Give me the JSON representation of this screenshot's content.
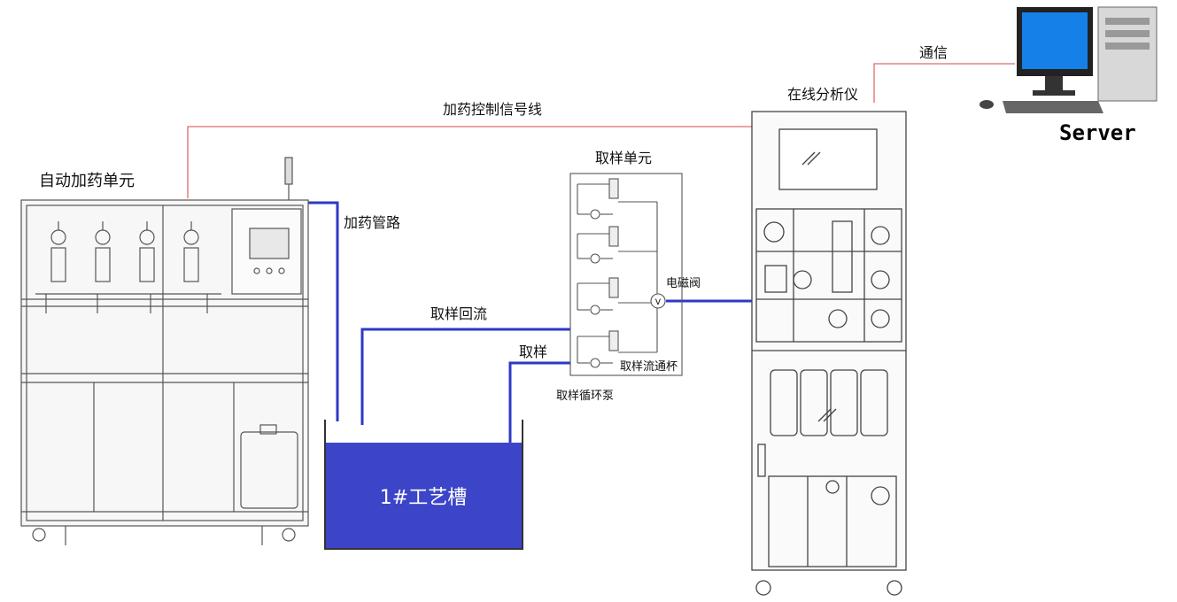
{
  "labels": {
    "auto_dosing_unit": "自动加药单元",
    "dosing_pipe": "加药管路",
    "dosing_signal_line": "加药控制信号线",
    "online_analyzer": "在线分析仪",
    "communication": "通信",
    "server": "Server",
    "sampling_unit": "取样单元",
    "solenoid_valve": "电磁阀",
    "sample_return": "取样回流",
    "sampling": "取样",
    "flow_cup": "取样流通杯",
    "circulation_pump": "取样循环泵",
    "process_tank": "1#工艺槽",
    "valve_symbol": "V"
  },
  "colors": {
    "signal_line": "#e06a6a",
    "pipe_line": "#2d38c6",
    "tank_fill": "#3c45c8",
    "equipment_stroke": "#555555",
    "monitor_screen": "#1580e8"
  },
  "icons": [
    "desktop-computer-icon",
    "flow-cell-icon",
    "valve-icon",
    "peristaltic-pump-icon",
    "reagent-bottle-icon"
  ]
}
